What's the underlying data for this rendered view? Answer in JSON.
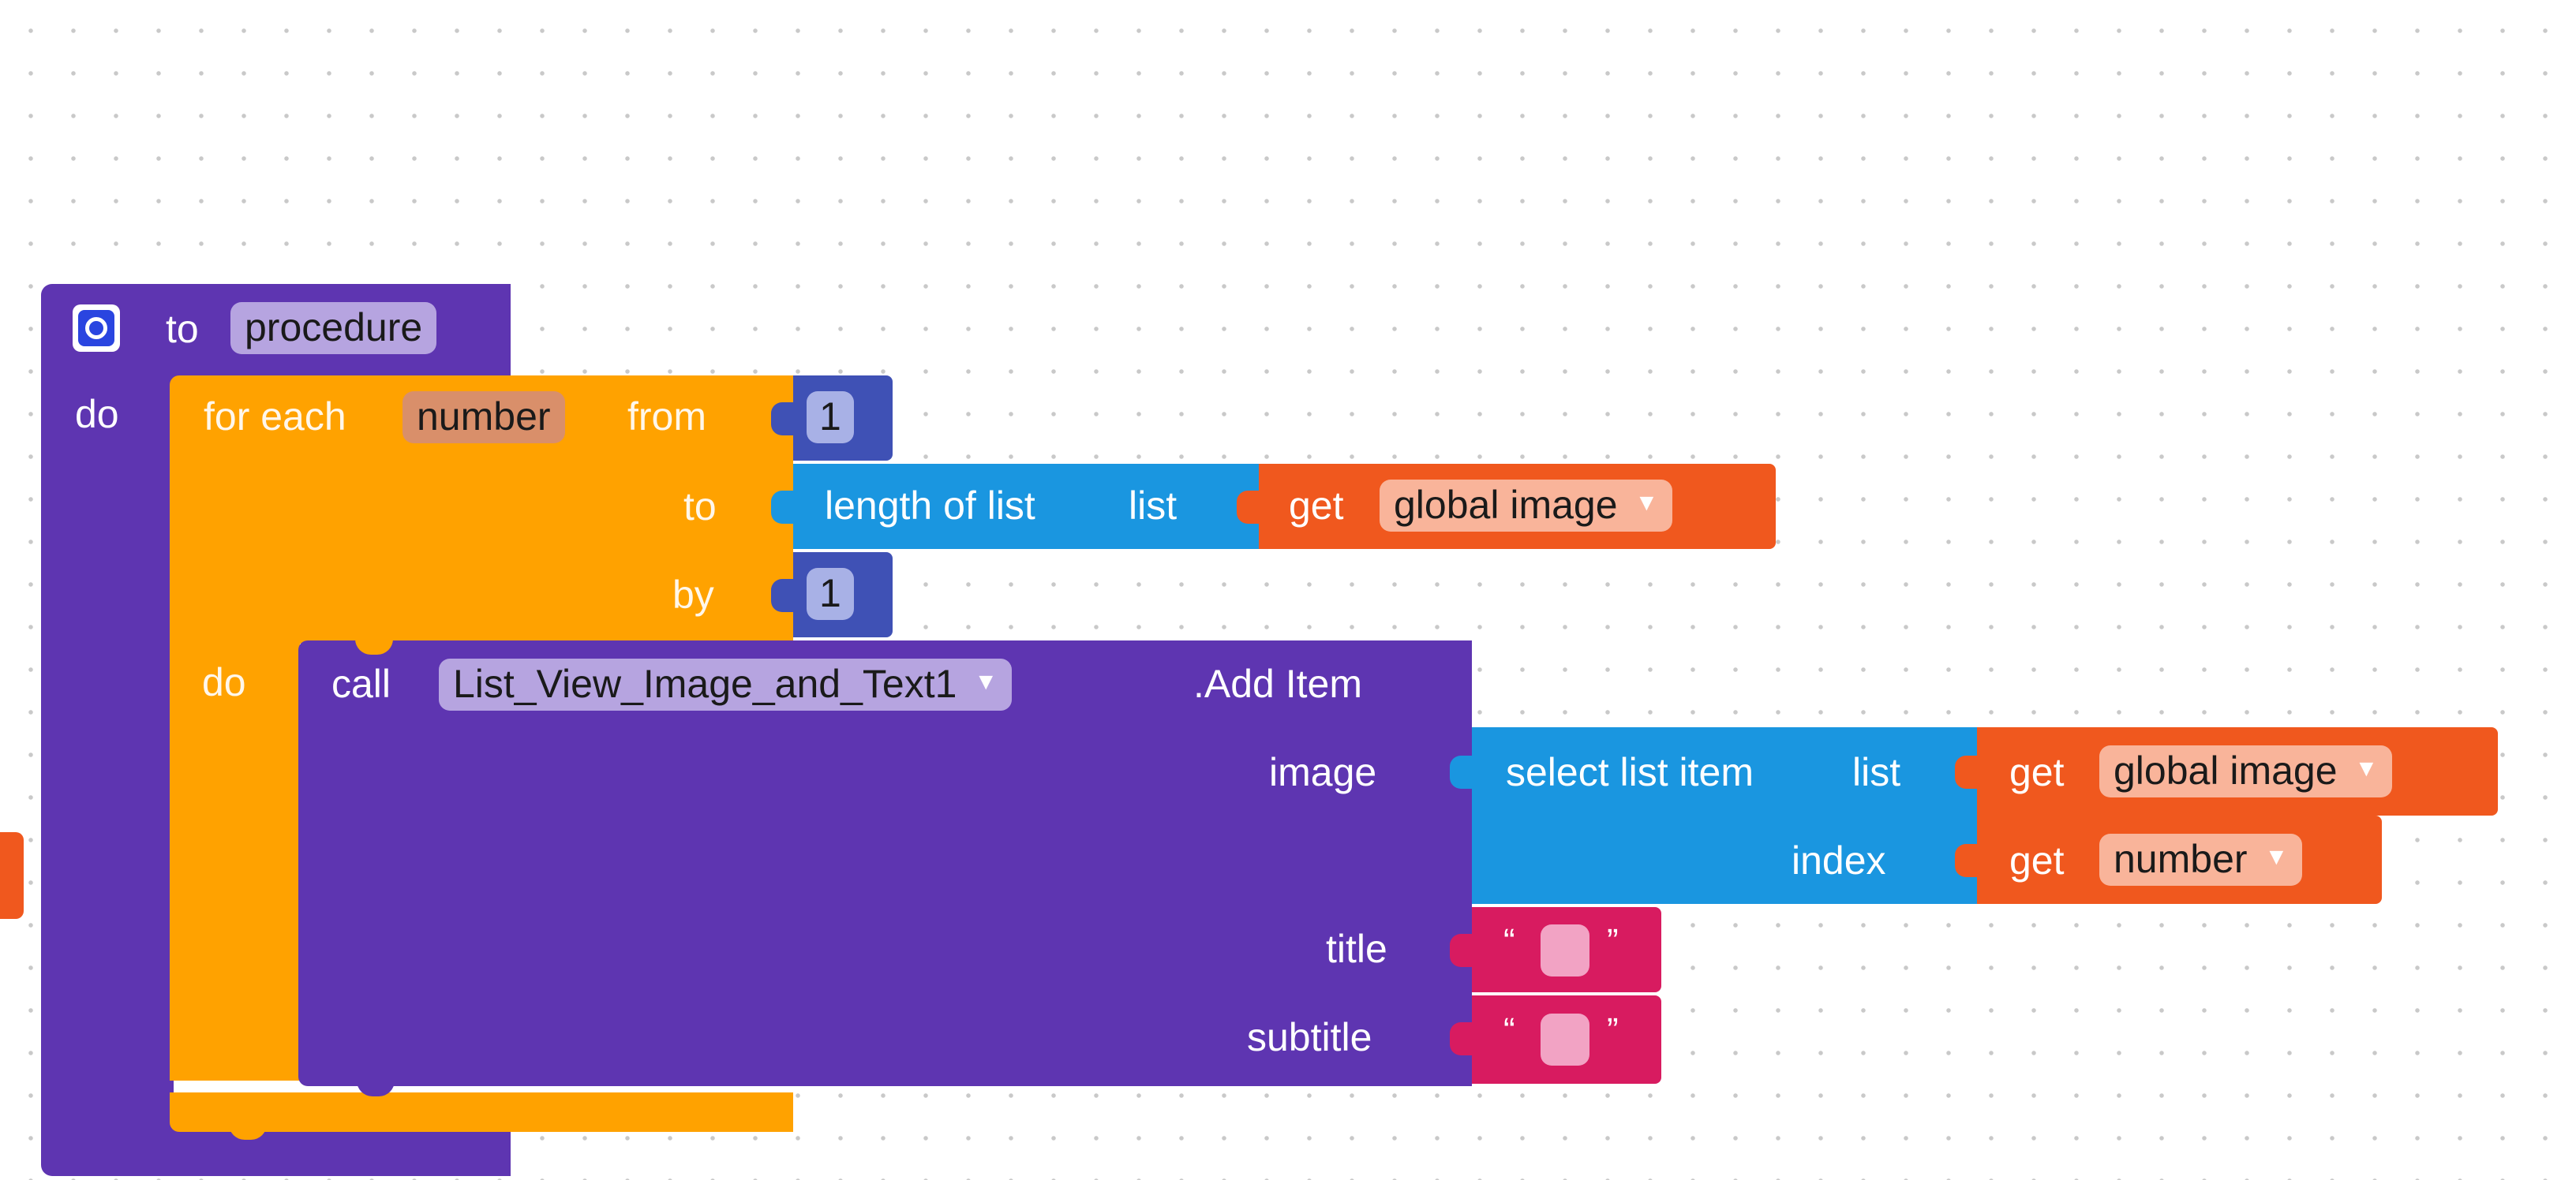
{
  "procedure": {
    "keyword_to": "to",
    "name": "procedure",
    "keyword_do": "do",
    "gear_icon": "gear-icon"
  },
  "for_each": {
    "label_for_each": "for each",
    "variable": "number",
    "label_from": "from",
    "from_value": "1",
    "label_to": "to",
    "label_by": "by",
    "by_value": "1",
    "label_do": "do"
  },
  "length_of_list": {
    "label": "length of list",
    "label_list": "list"
  },
  "get_global_image_1": {
    "label": "get",
    "variable": "global image"
  },
  "call_block": {
    "label_call": "call",
    "component": "List_View_Image_and_Text1",
    "method": ".Add Item",
    "param_image": "image",
    "param_title": "title",
    "param_subtitle": "subtitle"
  },
  "select_list_item": {
    "label": "select list item",
    "label_list": "list",
    "label_index": "index"
  },
  "get_global_image_2": {
    "label": "get",
    "variable": "global image"
  },
  "get_number": {
    "label": "get",
    "variable": "number"
  },
  "text_title": {
    "open_quote": "“",
    "close_quote": "”",
    "value": ""
  },
  "text_subtitle": {
    "open_quote": "“",
    "close_quote": "”",
    "value": ""
  },
  "colors": {
    "procedure": "#5e35b1",
    "control": "#ffa200",
    "list": "#1a96e0",
    "variable": "#f0581e",
    "text": "#d81b60",
    "math": "#3f51b5"
  }
}
